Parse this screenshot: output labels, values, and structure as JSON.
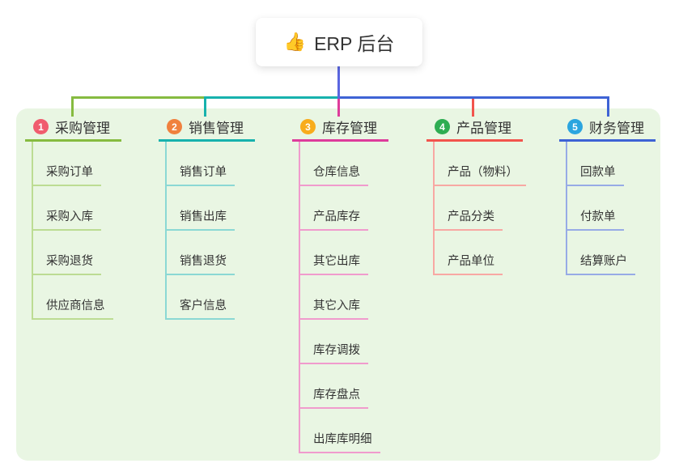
{
  "root": {
    "label": "ERP 后台",
    "icon": "thumbs-up-icon",
    "icon_glyph": "👍"
  },
  "connector": {
    "root_color": "#5A66E0"
  },
  "panel_background": "#E9F6E3",
  "branches": [
    {
      "number": "1",
      "label": "采购管理",
      "color": "#86BB40",
      "light_color": "#BCDC93",
      "badge_color": "#F05C6E",
      "children": [
        "采购订单",
        "采购入库",
        "采购退货",
        "供应商信息"
      ]
    },
    {
      "number": "2",
      "label": "销售管理",
      "color": "#17B2AD",
      "light_color": "#8BD8D4",
      "badge_color": "#F0813E",
      "children": [
        "销售订单",
        "销售出库",
        "销售退货",
        "客户信息"
      ]
    },
    {
      "number": "3",
      "label": "库存管理",
      "color": "#DE3C9B",
      "light_color": "#F09BCD",
      "badge_color": "#F8AC1C",
      "children": [
        "仓库信息",
        "产品库存",
        "其它出库",
        "其它入库",
        "库存调拨",
        "库存盘点",
        "出库库明细"
      ]
    },
    {
      "number": "4",
      "label": "产品管理",
      "color": "#F2544D",
      "light_color": "#F8A8A3",
      "badge_color": "#2EAD52",
      "children": [
        "产品（物料）",
        "产品分类",
        "产品单位"
      ]
    },
    {
      "number": "5",
      "label": "财务管理",
      "color": "#3E63D5",
      "light_color": "#97ABE6",
      "badge_color": "#2BA5DF",
      "children": [
        "回款单",
        "付款单",
        "结算账户"
      ]
    }
  ]
}
